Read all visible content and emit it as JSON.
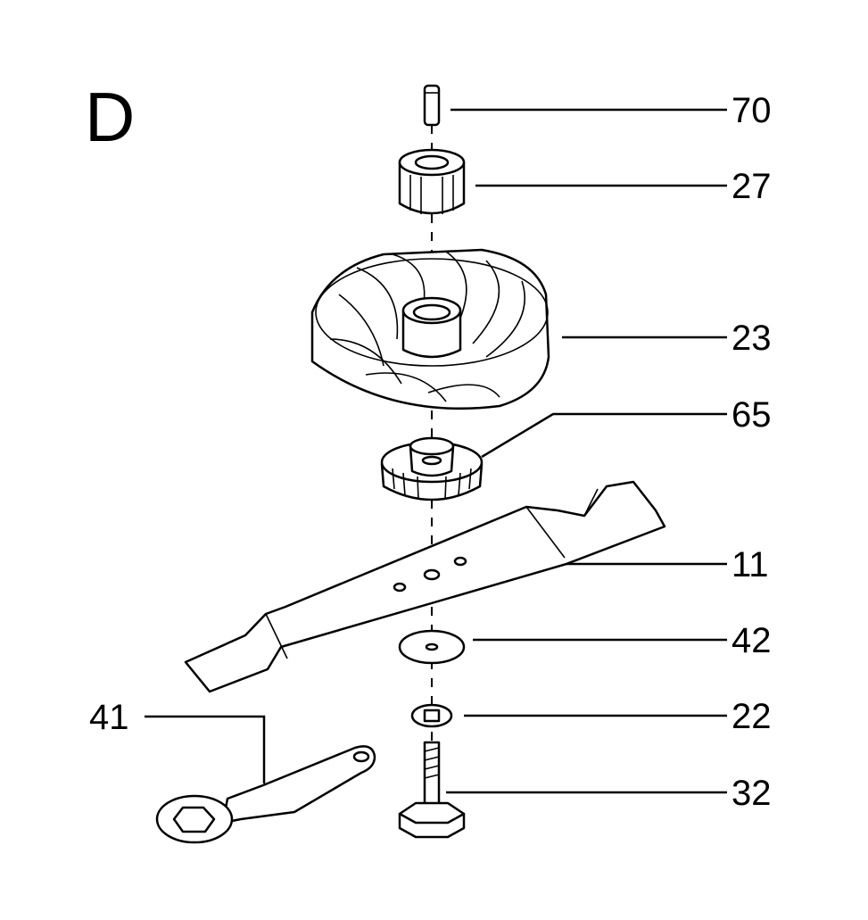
{
  "section_label": "D",
  "parts": [
    {
      "id": "pin",
      "number": "70"
    },
    {
      "id": "hub",
      "number": "27"
    },
    {
      "id": "fan",
      "number": "23"
    },
    {
      "id": "blade-holder",
      "number": "65"
    },
    {
      "id": "blade",
      "number": "11"
    },
    {
      "id": "washer",
      "number": "42"
    },
    {
      "id": "lock-washer",
      "number": "22"
    },
    {
      "id": "bolt",
      "number": "32"
    },
    {
      "id": "wrench",
      "number": "41"
    }
  ]
}
